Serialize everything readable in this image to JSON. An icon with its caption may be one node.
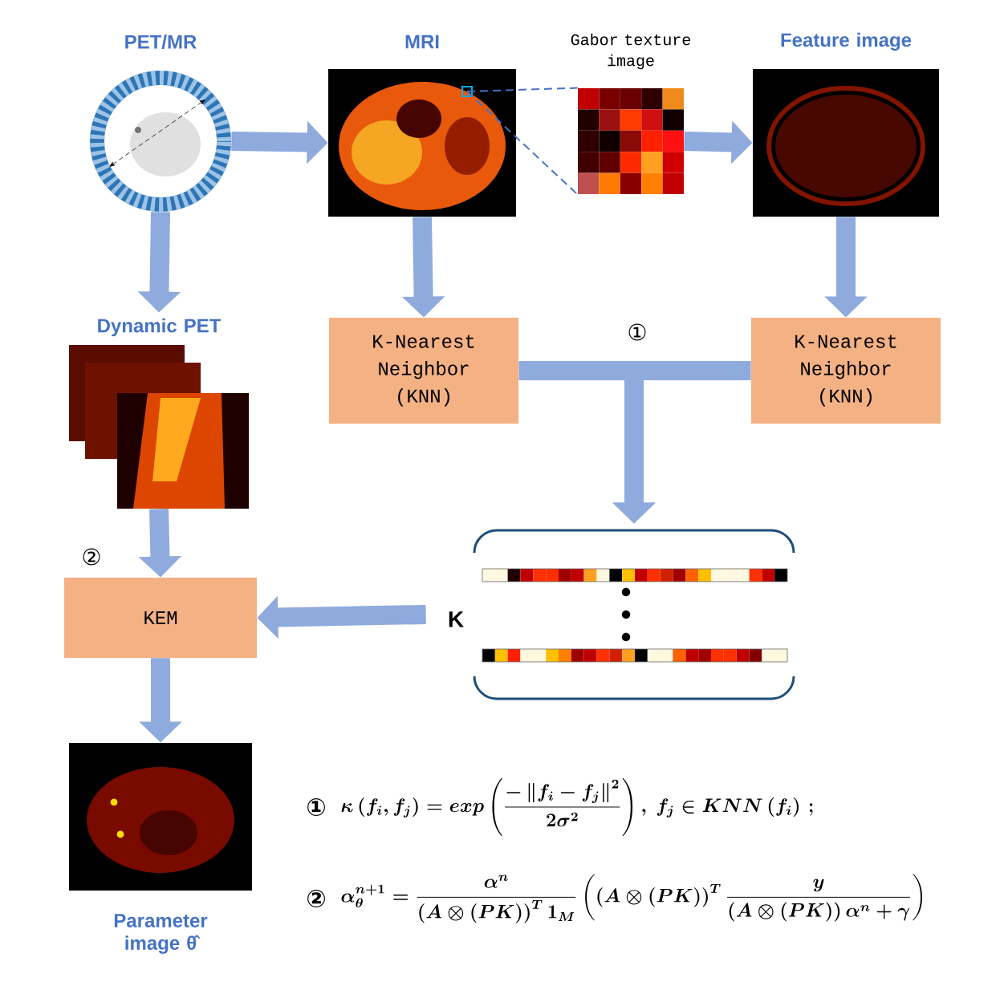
{
  "diagram": {
    "nodes": [
      {
        "text": [
          "PET/MR"
        ]
      },
      {
        "text": [
          "MRI"
        ]
      },
      {
        "text": [
          "Gabor texture image"
        ]
      },
      {
        "text": [
          "Feature image"
        ]
      },
      {
        "text": [
          "K-Nearest Neighbor (KNN)"
        ]
      },
      {
        "text": [
          "K-Nearest Neighbor (KNN)"
        ]
      },
      {
        "text": [
          "Dynamic PET"
        ]
      },
      {
        "text": [],
        "shape": "picture"
      },
      {
        "text": [
          "KEM"
        ],
        "beside": [
          "②"
        ]
      },
      {
        "text": [
          "Parameter image θ̂"
        ]
      }
    ],
    "edges": [
      {
        "from": 0,
        "to": 1,
        "arrow": "to"
      },
      {
        "from": 0,
        "to": 6,
        "arrow": "to"
      },
      {
        "from": 1,
        "to": 2,
        "arrow": "none",
        "style": "dashed",
        "color": "#4472c4"
      },
      {
        "from": 2,
        "to": 3,
        "arrow": "to"
      },
      {
        "from": 1,
        "to": 4,
        "arrow": "to"
      },
      {
        "from": 3,
        "to": 5,
        "arrow": "to"
      },
      {
        "from": 4,
        "to": 7,
        "arrow": "to",
        "label": "①"
      },
      {
        "from": 5,
        "to": 7,
        "arrow": "to"
      },
      {
        "from": 6,
        "to": 8,
        "arrow": "to"
      },
      {
        "from": 7,
        "to": 8,
        "arrow": "to",
        "label": "K"
      },
      {
        "from": 8,
        "to": 9,
        "arrow": "to"
      }
    ],
    "labels": [
      "①",
      "\\boldsymbol{\\kappa\\left(f_i,f_j\\right)=exp\\left(\\frac{-\\left\\|f_i-f_j\\right\\|^2}{2\\sigma^2}\\right),\\ f_j\\in KNN\\left(f_i\\right)\\,;}",
      "②",
      "\\boldsymbol{\\alpha_\\theta^{n+1}=\\frac{\\alpha^n}{\\left(A\\otimes(PK)\\right)^T 1_M}\\left(\\left(A\\otimes(PK)\\right)^T\\frac{y}{\\left(A\\otimes(PK)\\right)\\alpha^n+\\gamma}\\right)}"
    ]
  }
}
